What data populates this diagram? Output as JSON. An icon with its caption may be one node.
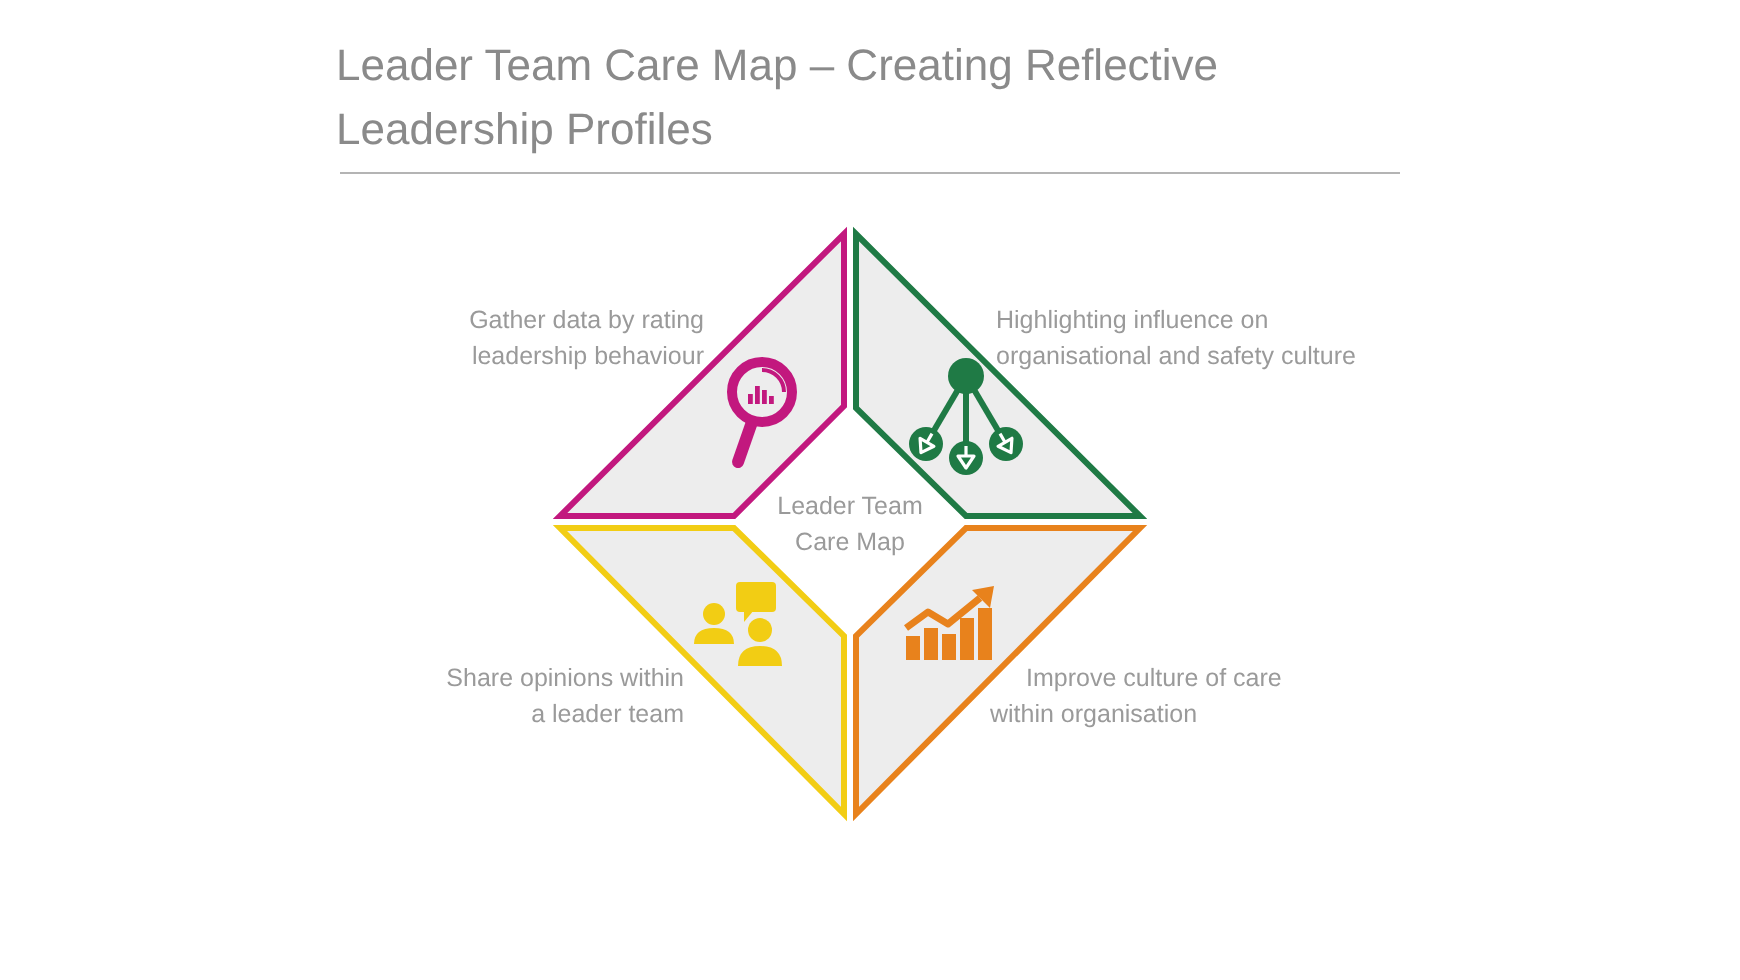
{
  "diagram": {
    "title": "Leader Team Care Map – Creating Reflective Leadership Profiles",
    "labels": [
      "Gather data by rating leadership behaviour",
      "Highlighting influence on organisational and safety culture",
      "Leader Team Care Map",
      "Share opinions within a leader team",
      "Improve culture of care within organisation"
    ]
  }
}
